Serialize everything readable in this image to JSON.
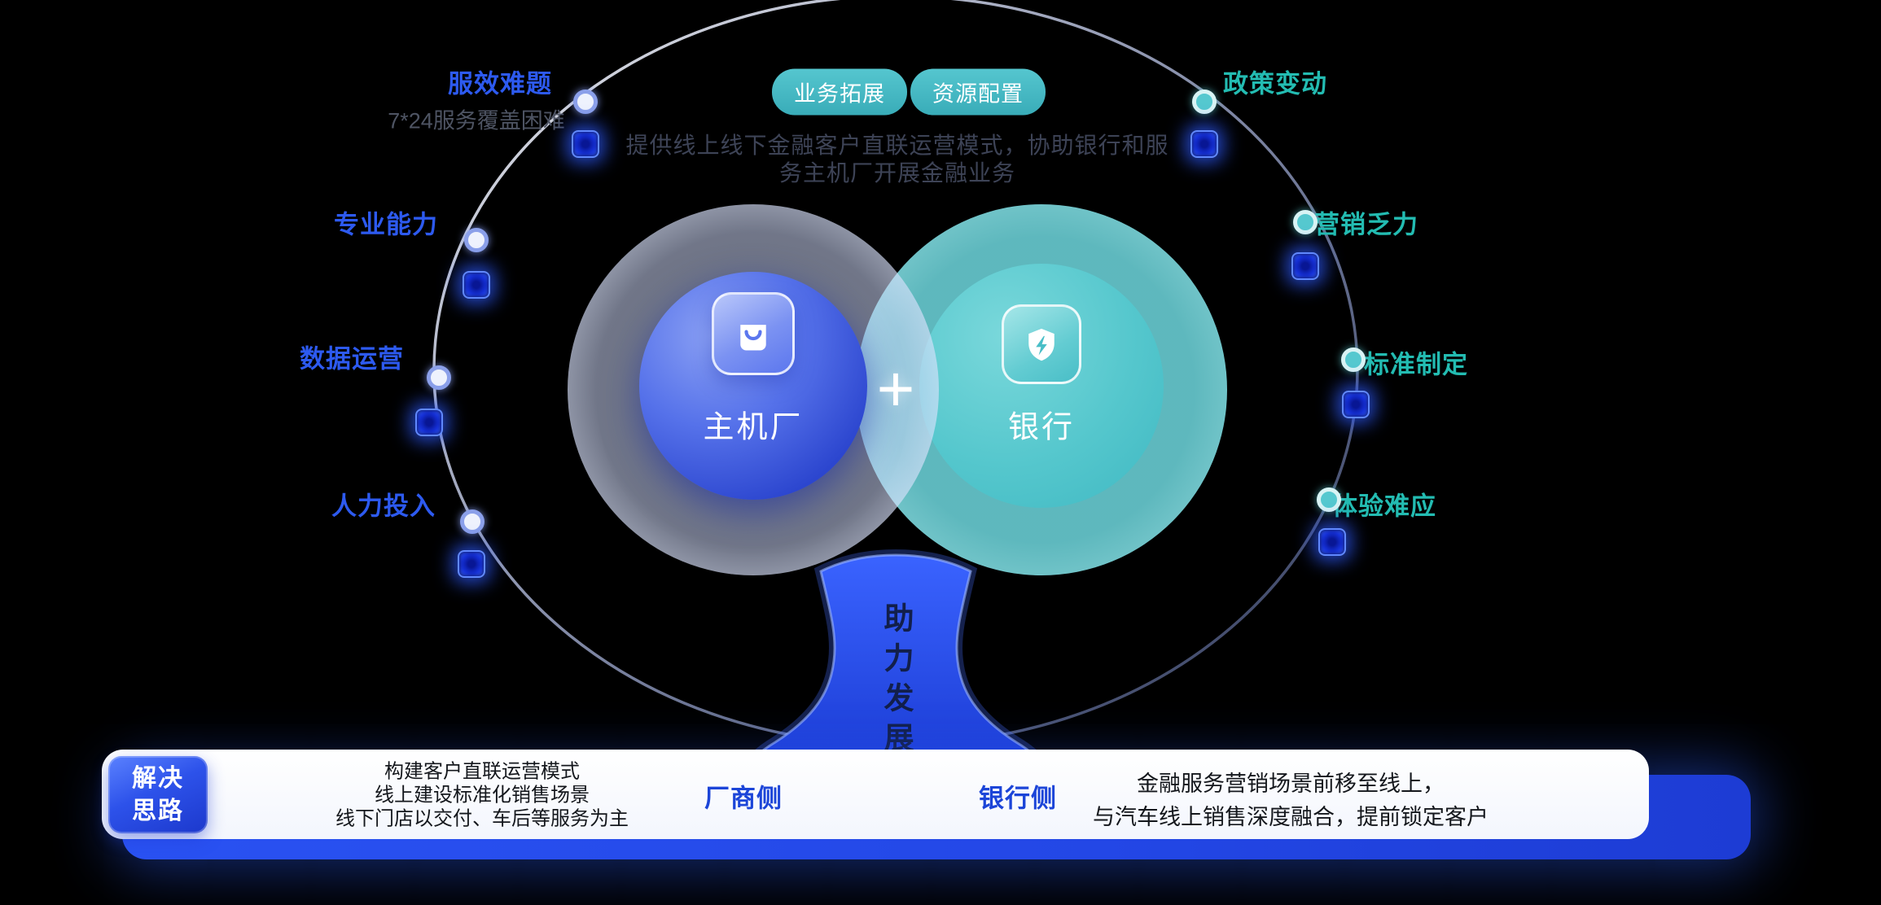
{
  "colors": {
    "background": "#000000",
    "blue_accent": "#2d5af0",
    "teal_accent": "#23bcb2",
    "pill_teal": "#39acb8",
    "bar_blue": "#2a52f2",
    "oem_circle_blue": "#2c46cf",
    "bank_circle_teal": "#55c7cd"
  },
  "header": {
    "badges": [
      {
        "label": "业务拓展"
      },
      {
        "label": "资源配置"
      }
    ],
    "description": [
      "提供线上线下金融客户直联运营模式，协助银行和服",
      "务主机厂开展金融业务"
    ]
  },
  "venn": {
    "left": {
      "label": "主机厂",
      "icon": "shopping-bag-icon"
    },
    "right": {
      "label": "银行",
      "icon": "shield-lightning-icon"
    },
    "plus": "+"
  },
  "left_items": [
    {
      "title": "服效难题",
      "subtitle": "7*24服务覆盖困难"
    },
    {
      "title": "专业能力"
    },
    {
      "title": "数据运营"
    },
    {
      "title": "人力投入"
    }
  ],
  "right_items": [
    {
      "title": "政策变动"
    },
    {
      "title": "营销乏力"
    },
    {
      "title": "标准制定"
    },
    {
      "title": "体验难应"
    }
  ],
  "funnel": {
    "label": "助力发展"
  },
  "solution_bar": {
    "badge_lines": [
      "解决",
      "思路"
    ],
    "manufacturer_points": [
      "构建客户直联运营模式",
      "线上建设标准化销售场景",
      "线下门店以交付、车后等服务为主"
    ],
    "manufacturer_label": "厂商侧",
    "bank_label": "银行侧",
    "bank_points": [
      "金融服务营销场景前移至线上，",
      "与汽车线上销售深度融合，提前锁定客户"
    ]
  }
}
